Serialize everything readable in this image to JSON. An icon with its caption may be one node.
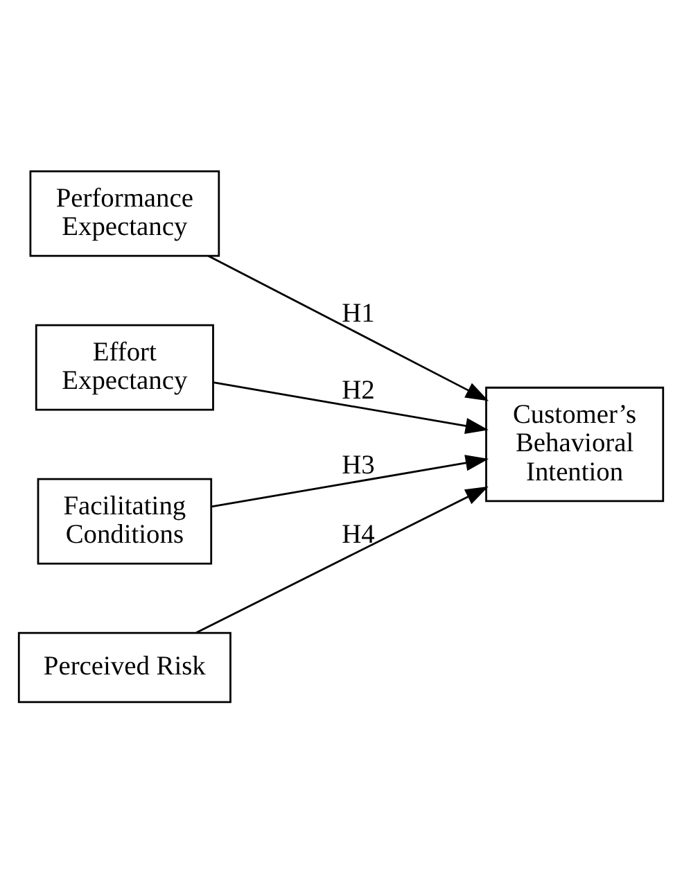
{
  "diagram": {
    "nodes": [
      {
        "text": [
          "Performance Expectancy"
        ]
      },
      {
        "text": [
          "Effort Expectancy"
        ]
      },
      {
        "text": [
          "Facilitating Conditions"
        ]
      },
      {
        "text": [
          "Perceived Risk"
        ]
      },
      {
        "text": [
          "Customer’s Behavioral Intention"
        ]
      }
    ],
    "edges": [
      {
        "from": 0,
        "to": 4,
        "arrow": "to",
        "label": "H1"
      },
      {
        "from": 1,
        "to": 4,
        "arrow": "to",
        "label": "H2"
      },
      {
        "from": 2,
        "to": 4,
        "arrow": "to",
        "label": "H3"
      },
      {
        "from": 3,
        "to": 4,
        "arrow": "to",
        "label": "H4"
      }
    ]
  }
}
